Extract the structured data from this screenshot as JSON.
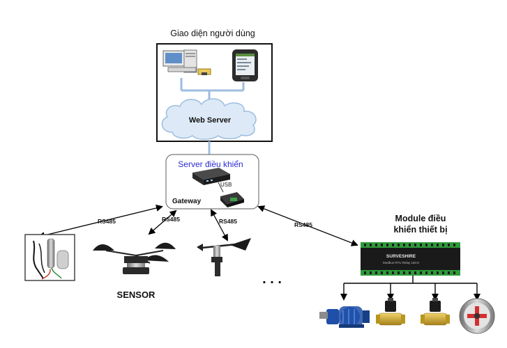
{
  "labels": {
    "ui_title": "Giao diện người dùng",
    "web_server": "Web Server",
    "control_server": "Server điều khiển",
    "usb": "USB",
    "gateway": "Gateway",
    "module_title_line1": "Module điều",
    "module_title_line2": "khiển thiết bị",
    "sensor": "SENSOR",
    "ellipsis": ". . .",
    "relay_brand": "SURVESHIRE",
    "relay_subtext": "Modbus RTU Relay 16CH"
  },
  "links": {
    "rs485_a": "RS485",
    "rs485_b": "RS485",
    "rs485_c": "RS485",
    "rs485_d": "RS485"
  },
  "colors": {
    "control_server_text": "#2b2bd6",
    "cloud_fill": "#dde9f6",
    "connector_blue": "#9dbde0",
    "relay_board": "#1a1a1a",
    "relay_terminal": "#2f9a3a",
    "pump_blue": "#1f4fa8",
    "valve_brass": "#c9a227"
  },
  "icons": {
    "desktop": "desktop-computer-icon",
    "mobile": "mobile-device-icon",
    "mini_pc": "mini-pc-icon",
    "usb_adapter": "usb-rs485-adapter-icon",
    "humidity_probe": "humidity-probe-icon",
    "anemometer": "anemometer-icon",
    "wind_vane": "wind-vane-icon",
    "relay_module": "relay-module-icon",
    "pump": "water-pump-icon",
    "solenoid_valve": "solenoid-valve-icon",
    "pressure_gauge": "gauge-icon"
  }
}
